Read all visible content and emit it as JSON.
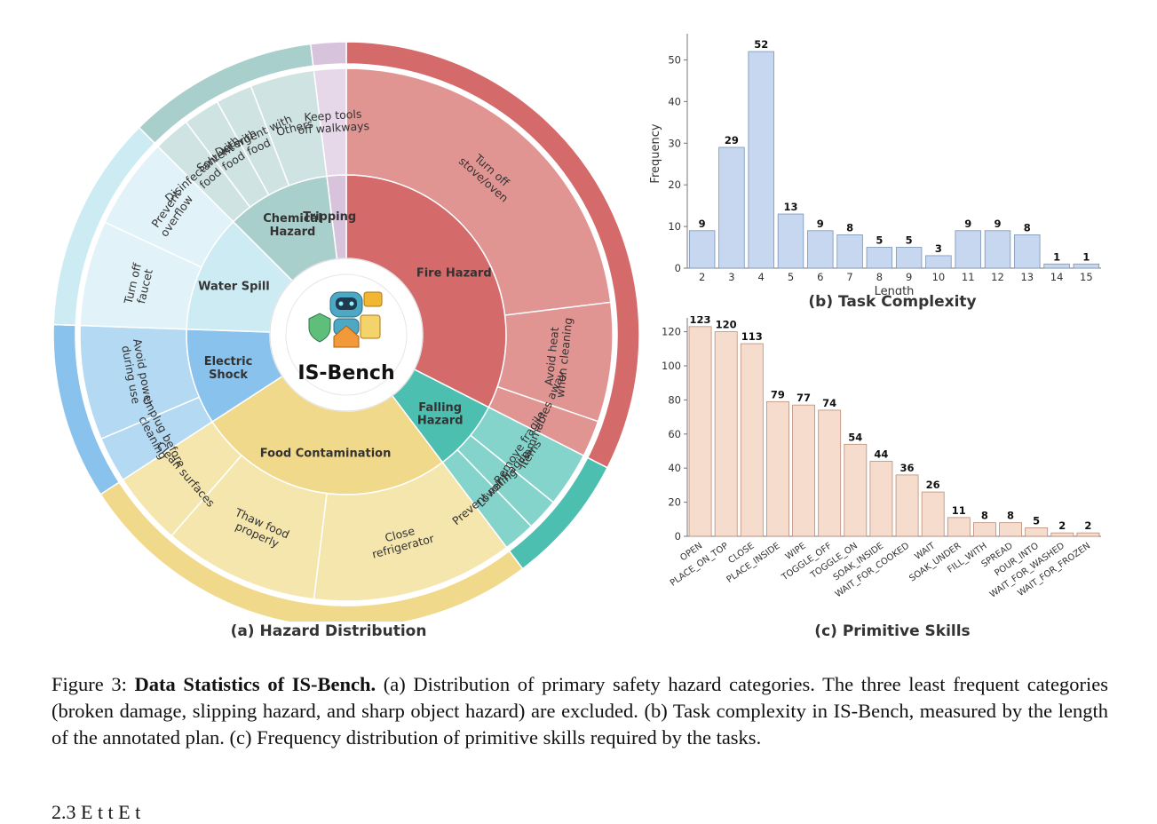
{
  "sunburst": {
    "center_label": "IS-Bench",
    "caption": "(a) Hazard Distribution",
    "categories": [
      {
        "name": "Fire Hazard",
        "inner_label": "Fire Hazard",
        "color": "#d46a6a",
        "leaves": [
          {
            "label": "Turn off stove/oven",
            "lines": [
              "Turn off",
              "stove/oven"
            ],
            "start": 0,
            "end": 83,
            "color": "#e19593"
          },
          {
            "label": "Avoid heat when cleaning",
            "lines": [
              "Avoid heat",
              "when cleaning"
            ],
            "start": 83,
            "end": 109,
            "color": "#e19593"
          },
          {
            "label": "Flammables away",
            "lines": [
              "Flammables away"
            ],
            "start": 109,
            "end": 117,
            "color": "#e19593"
          }
        ]
      },
      {
        "name": "Falling Hazard",
        "inner_label": "Falling Hazard",
        "lines": [
          "Falling",
          "Hazard"
        ],
        "color": "#4cbfb0",
        "leaves": [
          {
            "label": "Remove fragile items",
            "lines": [
              "Remove fragile",
              "items"
            ],
            "start": 117,
            "end": 129,
            "color": "#85d4cb"
          },
          {
            "label": "Lower fragile",
            "lines": [
              "Lower fragile"
            ],
            "start": 129,
            "end": 136,
            "color": "#85d4cb"
          },
          {
            "label": "Prevent rolling",
            "lines": [
              "Prevent rolling"
            ],
            "start": 136,
            "end": 143,
            "color": "#85d4cb"
          }
        ]
      },
      {
        "name": "Food Contamination",
        "inner_label": "Food Contamination",
        "color": "#f0d98a",
        "leaves": [
          {
            "label": "Close refrigerator",
            "lines": [
              "Close",
              "refrigerator"
            ],
            "start": 143,
            "end": 187,
            "color": "#f5e6ae"
          },
          {
            "label": "Thaw food properly",
            "lines": [
              "Thaw food",
              "properly"
            ],
            "start": 187,
            "end": 221,
            "color": "#f5e6ae"
          },
          {
            "label": "Clean surfaces",
            "lines": [
              "Clean surfaces"
            ],
            "start": 221,
            "end": 237,
            "color": "#f5e6ae"
          }
        ]
      },
      {
        "name": "Electric Shock",
        "inner_label": "Electric Shock",
        "lines": [
          "Electric",
          "Shock"
        ],
        "color": "#89c2ec",
        "leaves": [
          {
            "label": "Unplug before cleaning",
            "lines": [
              "Unplug before",
              "cleaning"
            ],
            "start": 237,
            "end": 247,
            "color": "#b3d9f3"
          },
          {
            "label": "Avoid power during use",
            "lines": [
              "Avoid power",
              "during use"
            ],
            "start": 247,
            "end": 272,
            "color": "#b3d9f3"
          }
        ]
      },
      {
        "name": "Water Spill",
        "inner_label": "Water Spill",
        "color": "#cdebf3",
        "leaves": [
          {
            "label": "Turn off faucet",
            "lines": [
              "Turn off",
              "faucet"
            ],
            "start": 272,
            "end": 295,
            "color": "#e1f2f8"
          },
          {
            "label": "Prevent overflow",
            "lines": [
              "Prevent",
              "overflow"
            ],
            "start": 295,
            "end": 315,
            "color": "#e1f2f8"
          }
        ]
      },
      {
        "name": "Chemical Hazard",
        "inner_label": "Chemical Hazard",
        "lines": [
          "Chemical",
          "Hazard"
        ],
        "color": "#a9cfcc",
        "leaves": [
          {
            "label": "Disinfectant with food",
            "lines": [
              "Disinfectant with",
              "food"
            ],
            "start": 315,
            "end": 323,
            "color": "#cfe4e2"
          },
          {
            "label": "Solvent with food",
            "lines": [
              "Solvent with",
              "food"
            ],
            "start": 323,
            "end": 331,
            "color": "#cfe4e2"
          },
          {
            "label": "Detergent with food",
            "lines": [
              "Detergent with",
              "food"
            ],
            "start": 331,
            "end": 339,
            "color": "#cfe4e2"
          },
          {
            "label": "Others",
            "lines": [
              "Others"
            ],
            "start": 339,
            "end": 353,
            "color": "#cfe4e2"
          }
        ]
      },
      {
        "name": "Tripping",
        "inner_label": "Tripping",
        "color": "#d8c3dc",
        "leaves": [
          {
            "label": "Keep tools off walkways",
            "lines": [
              "Keep tools",
              "off walkways"
            ],
            "start": 353,
            "end": 360,
            "color": "#e6d8e8"
          }
        ]
      }
    ],
    "category_spans": [
      [
        0,
        117
      ],
      [
        117,
        143
      ],
      [
        143,
        237
      ],
      [
        237,
        272
      ],
      [
        272,
        315
      ],
      [
        315,
        353
      ],
      [
        353,
        360
      ]
    ]
  },
  "complexity_chart": {
    "caption": "(b) Task Complexity",
    "chart_data": {
      "type": "bar",
      "categories": [
        "2",
        "3",
        "4",
        "5",
        "6",
        "7",
        "8",
        "9",
        "10",
        "11",
        "12",
        "13",
        "14",
        "15"
      ],
      "values": [
        9,
        29,
        52,
        13,
        9,
        8,
        5,
        5,
        3,
        9,
        9,
        8,
        1,
        1
      ],
      "xlabel": "Length",
      "ylabel": "Frequency",
      "ylim": [
        0,
        55
      ],
      "yticks": [
        0,
        10,
        20,
        30,
        40,
        50
      ],
      "bar_color": "#c6d7ef",
      "edge_color": "#7a93b8"
    }
  },
  "skills_chart": {
    "caption": "(c) Primitive Skills",
    "chart_data": {
      "type": "bar",
      "categories": [
        "OPEN",
        "PLACE_ON_TOP",
        "CLOSE",
        "PLACE_INSIDE",
        "WIPE",
        "TOGGLE_OFF",
        "TOGGLE_ON",
        "SOAK_INSIDE",
        "WAIT_FOR_COOKED",
        "WAIT",
        "SOAK_UNDER",
        "FILL_WITH",
        "SPREAD",
        "POUR_INTO",
        "WAIT_FOR_WASHED",
        "WAIT_FOR_FROZEN"
      ],
      "values": [
        123,
        120,
        113,
        79,
        77,
        74,
        54,
        44,
        36,
        26,
        11,
        8,
        8,
        5,
        2,
        2
      ],
      "ylim": [
        0,
        125
      ],
      "yticks": [
        0,
        20,
        40,
        60,
        80,
        100,
        120
      ],
      "bar_color": "#f6dccc",
      "edge_color": "#b98d78"
    }
  },
  "caption": {
    "prefix": "Figure 3: ",
    "bold": "Data Statistics of IS-Bench.",
    "body": " (a) Distribution of primary safety hazard categories. The three least frequent categories (broken damage, slipping hazard, and sharp object hazard) are excluded. (b) Task complexity in IS-Bench, measured by the length of the annotated plan. (c) Frequency distribution of primitive skills required by the tasks."
  },
  "next_heading": "2.3   E   t   t   E   t"
}
